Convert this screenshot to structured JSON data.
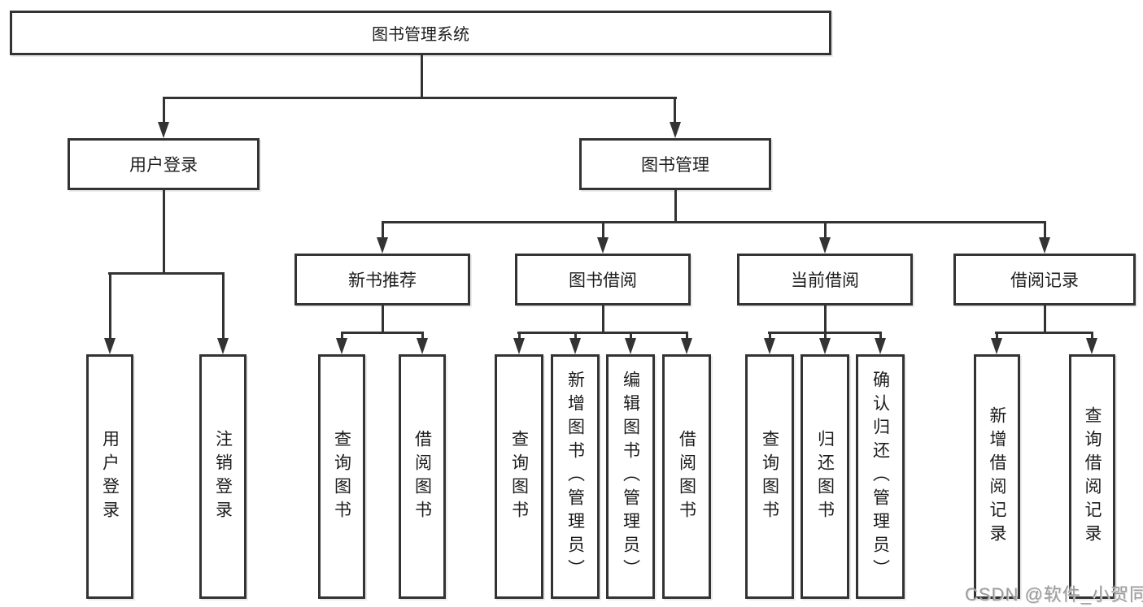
{
  "page": {
    "background": "#ffffff",
    "line_color": "#333333",
    "text_color": "#1c1c1c"
  },
  "root": {
    "label": "图书管理系统"
  },
  "branches": {
    "user_login": {
      "label": "用户登录",
      "leaves": [
        {
          "label": "用户登录"
        },
        {
          "label": "注销登录"
        }
      ]
    },
    "book_mgmt": {
      "label": "图书管理",
      "groups": [
        {
          "label": "新书推荐",
          "leaves": [
            {
              "label": "查询图书"
            },
            {
              "label": "借阅图书"
            }
          ]
        },
        {
          "label": "图书借阅",
          "leaves": [
            {
              "label": "查询图书"
            },
            {
              "label": "新增图书（管理员）"
            },
            {
              "label": "编辑图书（管理员）"
            },
            {
              "label": "借阅图书"
            }
          ]
        },
        {
          "label": "当前借阅",
          "leaves": [
            {
              "label": "查询图书"
            },
            {
              "label": "归还图书"
            },
            {
              "label": "确认归还（管理员）"
            }
          ]
        },
        {
          "label": "借阅记录",
          "leaves": [
            {
              "label": "新增借阅记录"
            },
            {
              "label": "查询借阅记录"
            }
          ]
        }
      ]
    }
  },
  "watermark": {
    "text": "CSDN @软件_小贺同学",
    "color": "#9c9c9c"
  }
}
